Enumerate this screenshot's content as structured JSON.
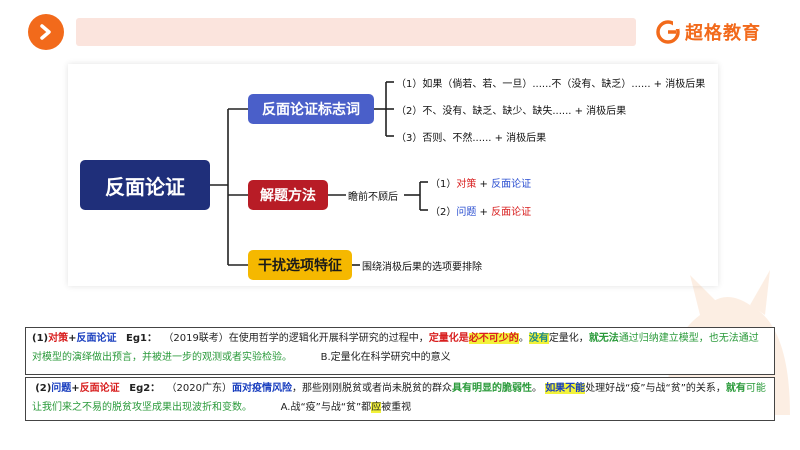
{
  "header": {
    "nav_icon": "chevron-right-icon",
    "logo_icon": "chaoge-logo-icon",
    "logo_text": "超格教育"
  },
  "mindmap": {
    "root": "反面论证",
    "branches": [
      {
        "label": "反面论证标志词",
        "leaves": [
          "（1）如果（倘若、若、一旦）......不（没有、缺乏）...... + 消极后果",
          "（2）不、没有、缺乏、缺少、缺失...... + 消极后果",
          "（3）否则、不然...... + 消极后果"
        ]
      },
      {
        "label": "解题方法",
        "sub": "瞻前不顾后",
        "leaves": [
          {
            "num": "（1）",
            "a": "对策",
            "plus": " + ",
            "b": "反面论证"
          },
          {
            "num": "（2）",
            "a": "问题",
            "plus": " + ",
            "b": "反面论证"
          }
        ]
      },
      {
        "label": "干扰选项特征",
        "sub": "围绕消极后果的选项要排除"
      }
    ]
  },
  "examples": [
    {
      "tag_num": "(1)",
      "tag_a": "对策",
      "tag_plus": "+",
      "tag_b": "反面论证",
      "eg": "Eg1：",
      "source": "（2019联考）在使用哲学的逻辑化开展科学研究的过程中，",
      "s1": "定量化是",
      "s2": "必不可少的",
      "s3": "。",
      "s4": "没有",
      "s5": "定量化，",
      "s6": "就无法",
      "s7": "通过归纳建立模型，也无法通过对模型的演绎做出预言，并被进一步的观测或者实验检验。",
      "answer": "B.定量化在科学研究中的意义"
    },
    {
      "tag_num": "(2)",
      "tag_a": "问题",
      "tag_plus": "+",
      "tag_b": "反面论证",
      "eg": "Eg2：",
      "source": "（2020广东）",
      "s1": "面对疫情风险",
      "s2": "，那些刚刚脱贫或者尚未脱贫的群众",
      "s3": "具有明显的脆弱性",
      "s4": "。",
      "s5": "如果不能",
      "s6": "处理好战“疫”与战“贫”的关系，",
      "s7": "就有",
      "s8": "可能让我们来之不易的脱贫攻坚成果出现波折和变数。",
      "answer_a": "A.战“疫”与战“贫”都",
      "answer_hl": "应",
      "answer_b": "被重视"
    }
  ]
}
